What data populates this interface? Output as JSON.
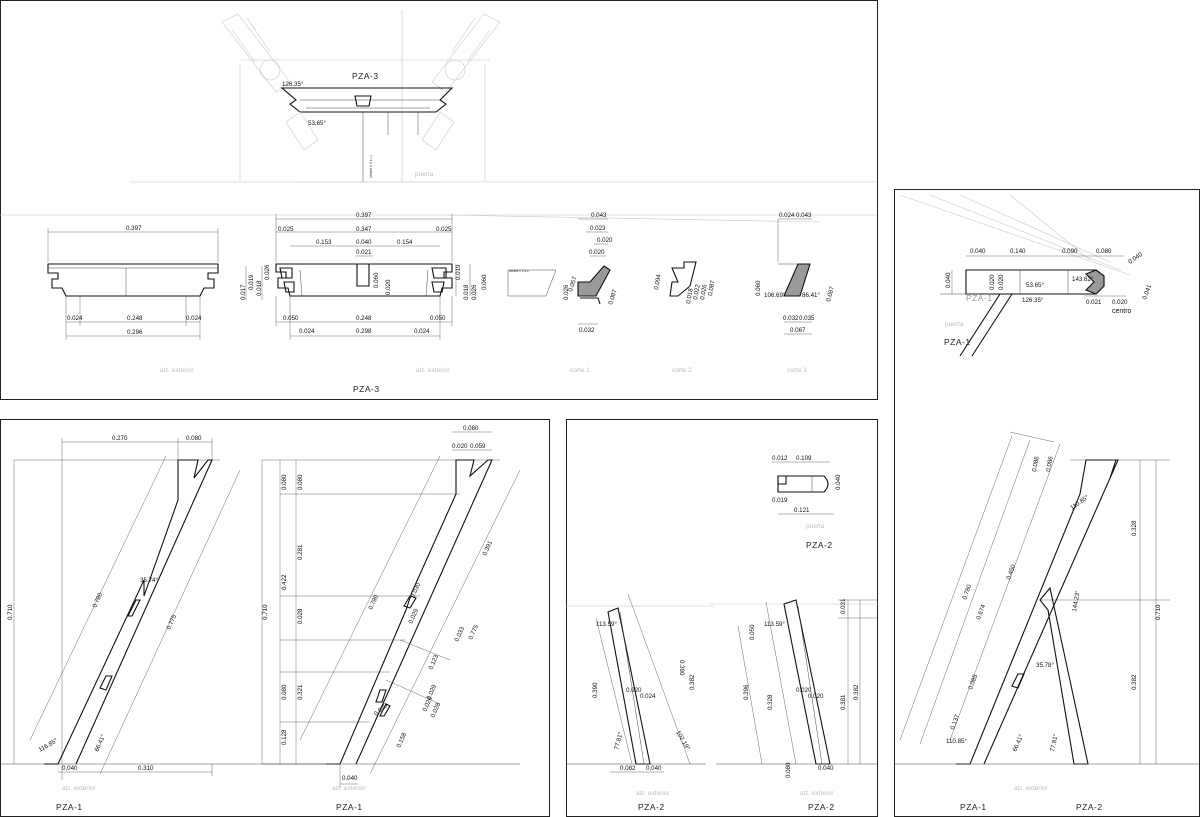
{
  "top_panel": {
    "pza3_title": "PZA-3",
    "pza3_bottom": "PZA-3",
    "pza3_view_label": "puerta",
    "angle_top": "126.35°",
    "angle_bottom": "53.65°",
    "left_elev": {
      "top_width": "0.397",
      "d1": "0.024",
      "d2": "0.248",
      "d3": "0.024",
      "total": "0.296",
      "caption": "alz. exterior"
    },
    "center_elev": {
      "top_width": "0.397",
      "w_inner": "0.347",
      "d_left": "0.153",
      "d_center": "0.040",
      "d_right": "0.154",
      "d_slot": "0.021",
      "edge_left": "0.025",
      "edge_right": "0.025",
      "v_left": [
        "0.017",
        "0.019",
        "0.018",
        "0.026"
      ],
      "v_slot": "0.060",
      "v_slot2": "0.020",
      "v_right": [
        "0.019",
        "0.018",
        "0.026",
        "0.060"
      ],
      "b_left": "0.050",
      "b_left2": "0.024",
      "b_mid": "0.248",
      "b_right": "0.050",
      "b_right2": "0.024",
      "b_total": "0.298",
      "caption": "alz. exterior"
    },
    "corte1": {
      "d_top": "0.043",
      "d_a": "0.023",
      "d_b": "0.020",
      "d_c": "0.020",
      "v1": "0.057",
      "v2": "0.087",
      "v3": "0.026",
      "bottom": "0.032",
      "caption": "corte 1"
    },
    "corte2": {
      "v1": "0.094",
      "v2": "0.018",
      "v3": "0.022",
      "v4": "0.087",
      "v5": "0.026",
      "caption": "corte 2"
    },
    "corte3": {
      "d_top1": "0.024",
      "d_top2": "0.043",
      "v_left": "0.060",
      "angle1": "106.69°",
      "angle2": "86.41°",
      "v_right": "0.087",
      "b1": "0.032",
      "b2": "0.035",
      "b_total": "0.067",
      "caption": "corte 3"
    }
  },
  "right_top_panel": {
    "d1": "0.040",
    "d2": "0.140",
    "d3": "0.090",
    "d4": "0.080",
    "d5": "0.040",
    "v_left": "0.040",
    "v_small": "0.020",
    "angle1": "53.65°",
    "angle2": "126.35°",
    "angle3": "143.62°",
    "d_bottom1": "0.021",
    "d_bottom2": "0.020",
    "d_right": "0.041",
    "centro": "centro",
    "puerta": "puerta",
    "pza_a": "PZA-1",
    "pza_b": "PZA-1"
  },
  "bottom_left_panel": {
    "top1": "0.270",
    "top2": "0.080",
    "height": "0.710",
    "slope_a": "0.780",
    "slope_b": "0.775",
    "angle_mid": "35.74°",
    "angle_foot1": "116.85°",
    "angle_foot2": "66.41°",
    "base1": "0.040",
    "base2": "0.310",
    "caption": "alz. exterior",
    "pza": "PZA-1"
  },
  "bottom_mid_panel": {
    "top1": "0.080",
    "top2": "0.020",
    "top3": "0.059",
    "height": "0.710",
    "v_list": [
      "0.080",
      "0.080",
      "0.281",
      "0.422",
      "0.028",
      "0.080",
      "0.321",
      "0.128"
    ],
    "slope_a": "0.780",
    "slope_b": "0.391",
    "slope_c": "0.775",
    "d1": "0.030",
    "d2": "0.029",
    "d3": "0.033",
    "d4": "0.123",
    "d5": "0.029",
    "d6": "0.026",
    "d7": "0.028",
    "d8": "0.020",
    "d9": "0.158",
    "base": "0.040",
    "caption": "alz. exterior",
    "pza": "PZA-1"
  },
  "bottom_right_panel": {
    "plan": {
      "d1": "0.012",
      "d2": "0.109",
      "d3": "0.019",
      "d4": "0.121",
      "v": "0.040",
      "caption": "puerta",
      "pza": "PZA-2"
    },
    "leg_a": {
      "angle_top": "113.59°",
      "angle_bot": "77.81°",
      "angle_bot2": "102.19°",
      "v1": "0.382",
      "v2": "0.390",
      "d1": "0.020",
      "d2": "0.024",
      "base1": "0.082",
      "base2": "0.040",
      "caption": "alz. exterior",
      "pza": "PZA-2"
    },
    "leg_b": {
      "angle_top": "113.59°",
      "v1": "0.050",
      "v2": "0.396",
      "v3": "0.328",
      "v4": "0.381",
      "v5": "0.382",
      "v6": "0.031",
      "d1": "0.020",
      "d2": "0.020",
      "base1": "0.080",
      "base2": "0.040",
      "caption": "alz. exterior",
      "pza": "PZA-2"
    }
  },
  "far_right_panel": {
    "d1": "0.086",
    "d2": "0.086",
    "slope1": "0.780",
    "slope2": "0.674",
    "slope3": "0.450",
    "slope4": "0.085",
    "slope5": "0.137",
    "v1": "0.328",
    "v2": "0.710",
    "v3": "0.382",
    "angle1": "110.85°",
    "angle2": "144.23°",
    "angle3": "35.78°",
    "angle4": "110.85°",
    "angle5": "66.41°",
    "angle6": "77.81°",
    "caption": "alz. exterior",
    "pza_a": "PZA-1",
    "pza_b": "PZA-2"
  }
}
